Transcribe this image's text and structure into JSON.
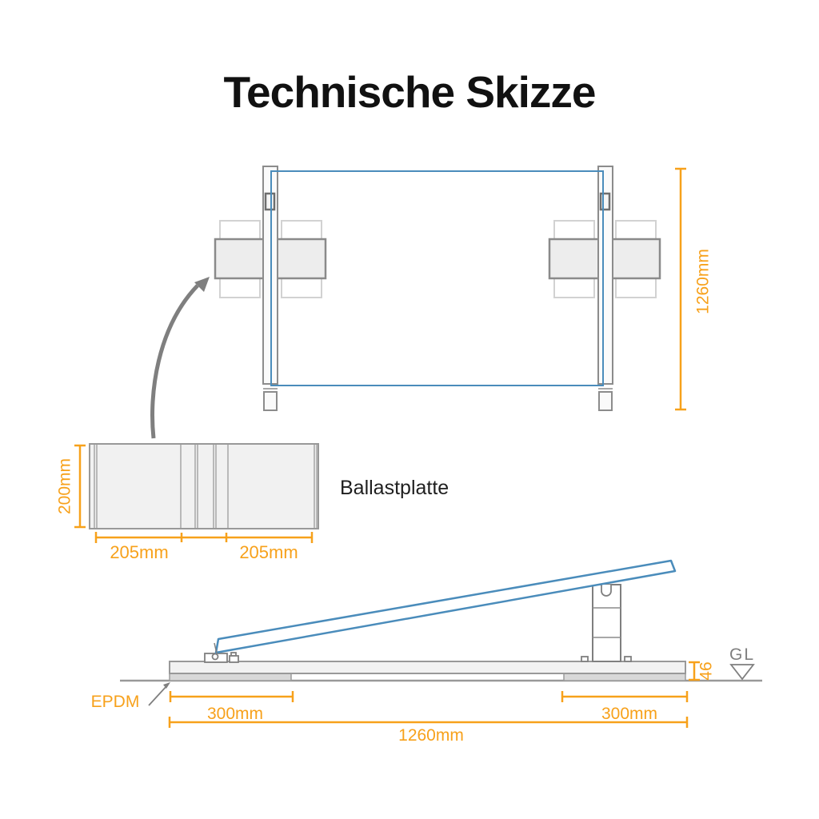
{
  "title": "Technische Skizze",
  "colors": {
    "accent_orange": "#F7A11B",
    "panel_blue": "#4A8CBB",
    "outline_gray": "#8C8C8C",
    "annotation_gray": "#7F7F7F",
    "fill_light_gray": "#F2F2F2",
    "fill_pad_gray": "#D8D8D8",
    "text_black": "#111111"
  },
  "top_view": {
    "dim_frame_height": "1260mm"
  },
  "detail_view": {
    "label": "Ballastplatte",
    "dim_height": "200mm",
    "dim_width_left": "205mm",
    "dim_width_right": "205mm"
  },
  "side_view": {
    "label_pad": "EPDM",
    "label_ground": "GL",
    "dim_base_height": "46",
    "dim_pad_left": "300mm",
    "dim_pad_right": "300mm",
    "dim_total_length": "1260mm"
  },
  "icons": {
    "ground_level_icon": "triangle-down",
    "detail_reference_icon": "curved-arrow",
    "pad_pointer_icon": "arrow-up-right"
  }
}
